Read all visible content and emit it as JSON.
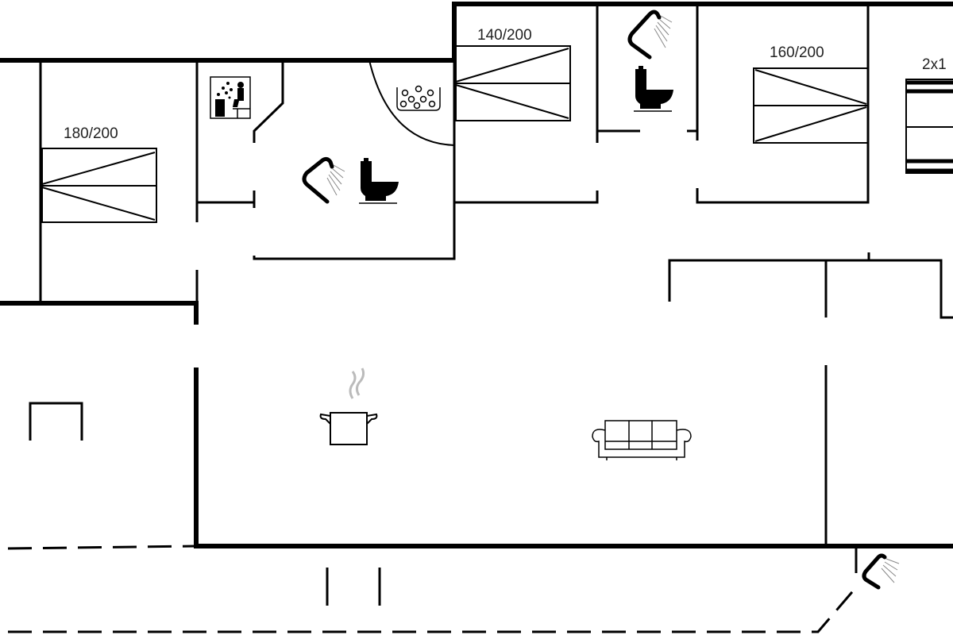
{
  "plan": {
    "title": "Floor plan",
    "beds": [
      {
        "id": "bedroom-1",
        "label": "180/200"
      },
      {
        "id": "bedroom-2",
        "label": "140/200"
      },
      {
        "id": "bedroom-3",
        "label": "160/200"
      },
      {
        "id": "bedroom-4",
        "label": "2x1"
      }
    ],
    "icons": [
      {
        "name": "sauna-icon"
      },
      {
        "name": "whirlpool-icon"
      },
      {
        "name": "shower-icon"
      },
      {
        "name": "toilet-icon"
      },
      {
        "name": "kitchen-pot-icon"
      },
      {
        "name": "sofa-icon"
      },
      {
        "name": "outdoor-shower-icon"
      }
    ],
    "colors": {
      "wall": "#000000",
      "background": "#ffffff",
      "steam": "#bbbbbb"
    }
  }
}
